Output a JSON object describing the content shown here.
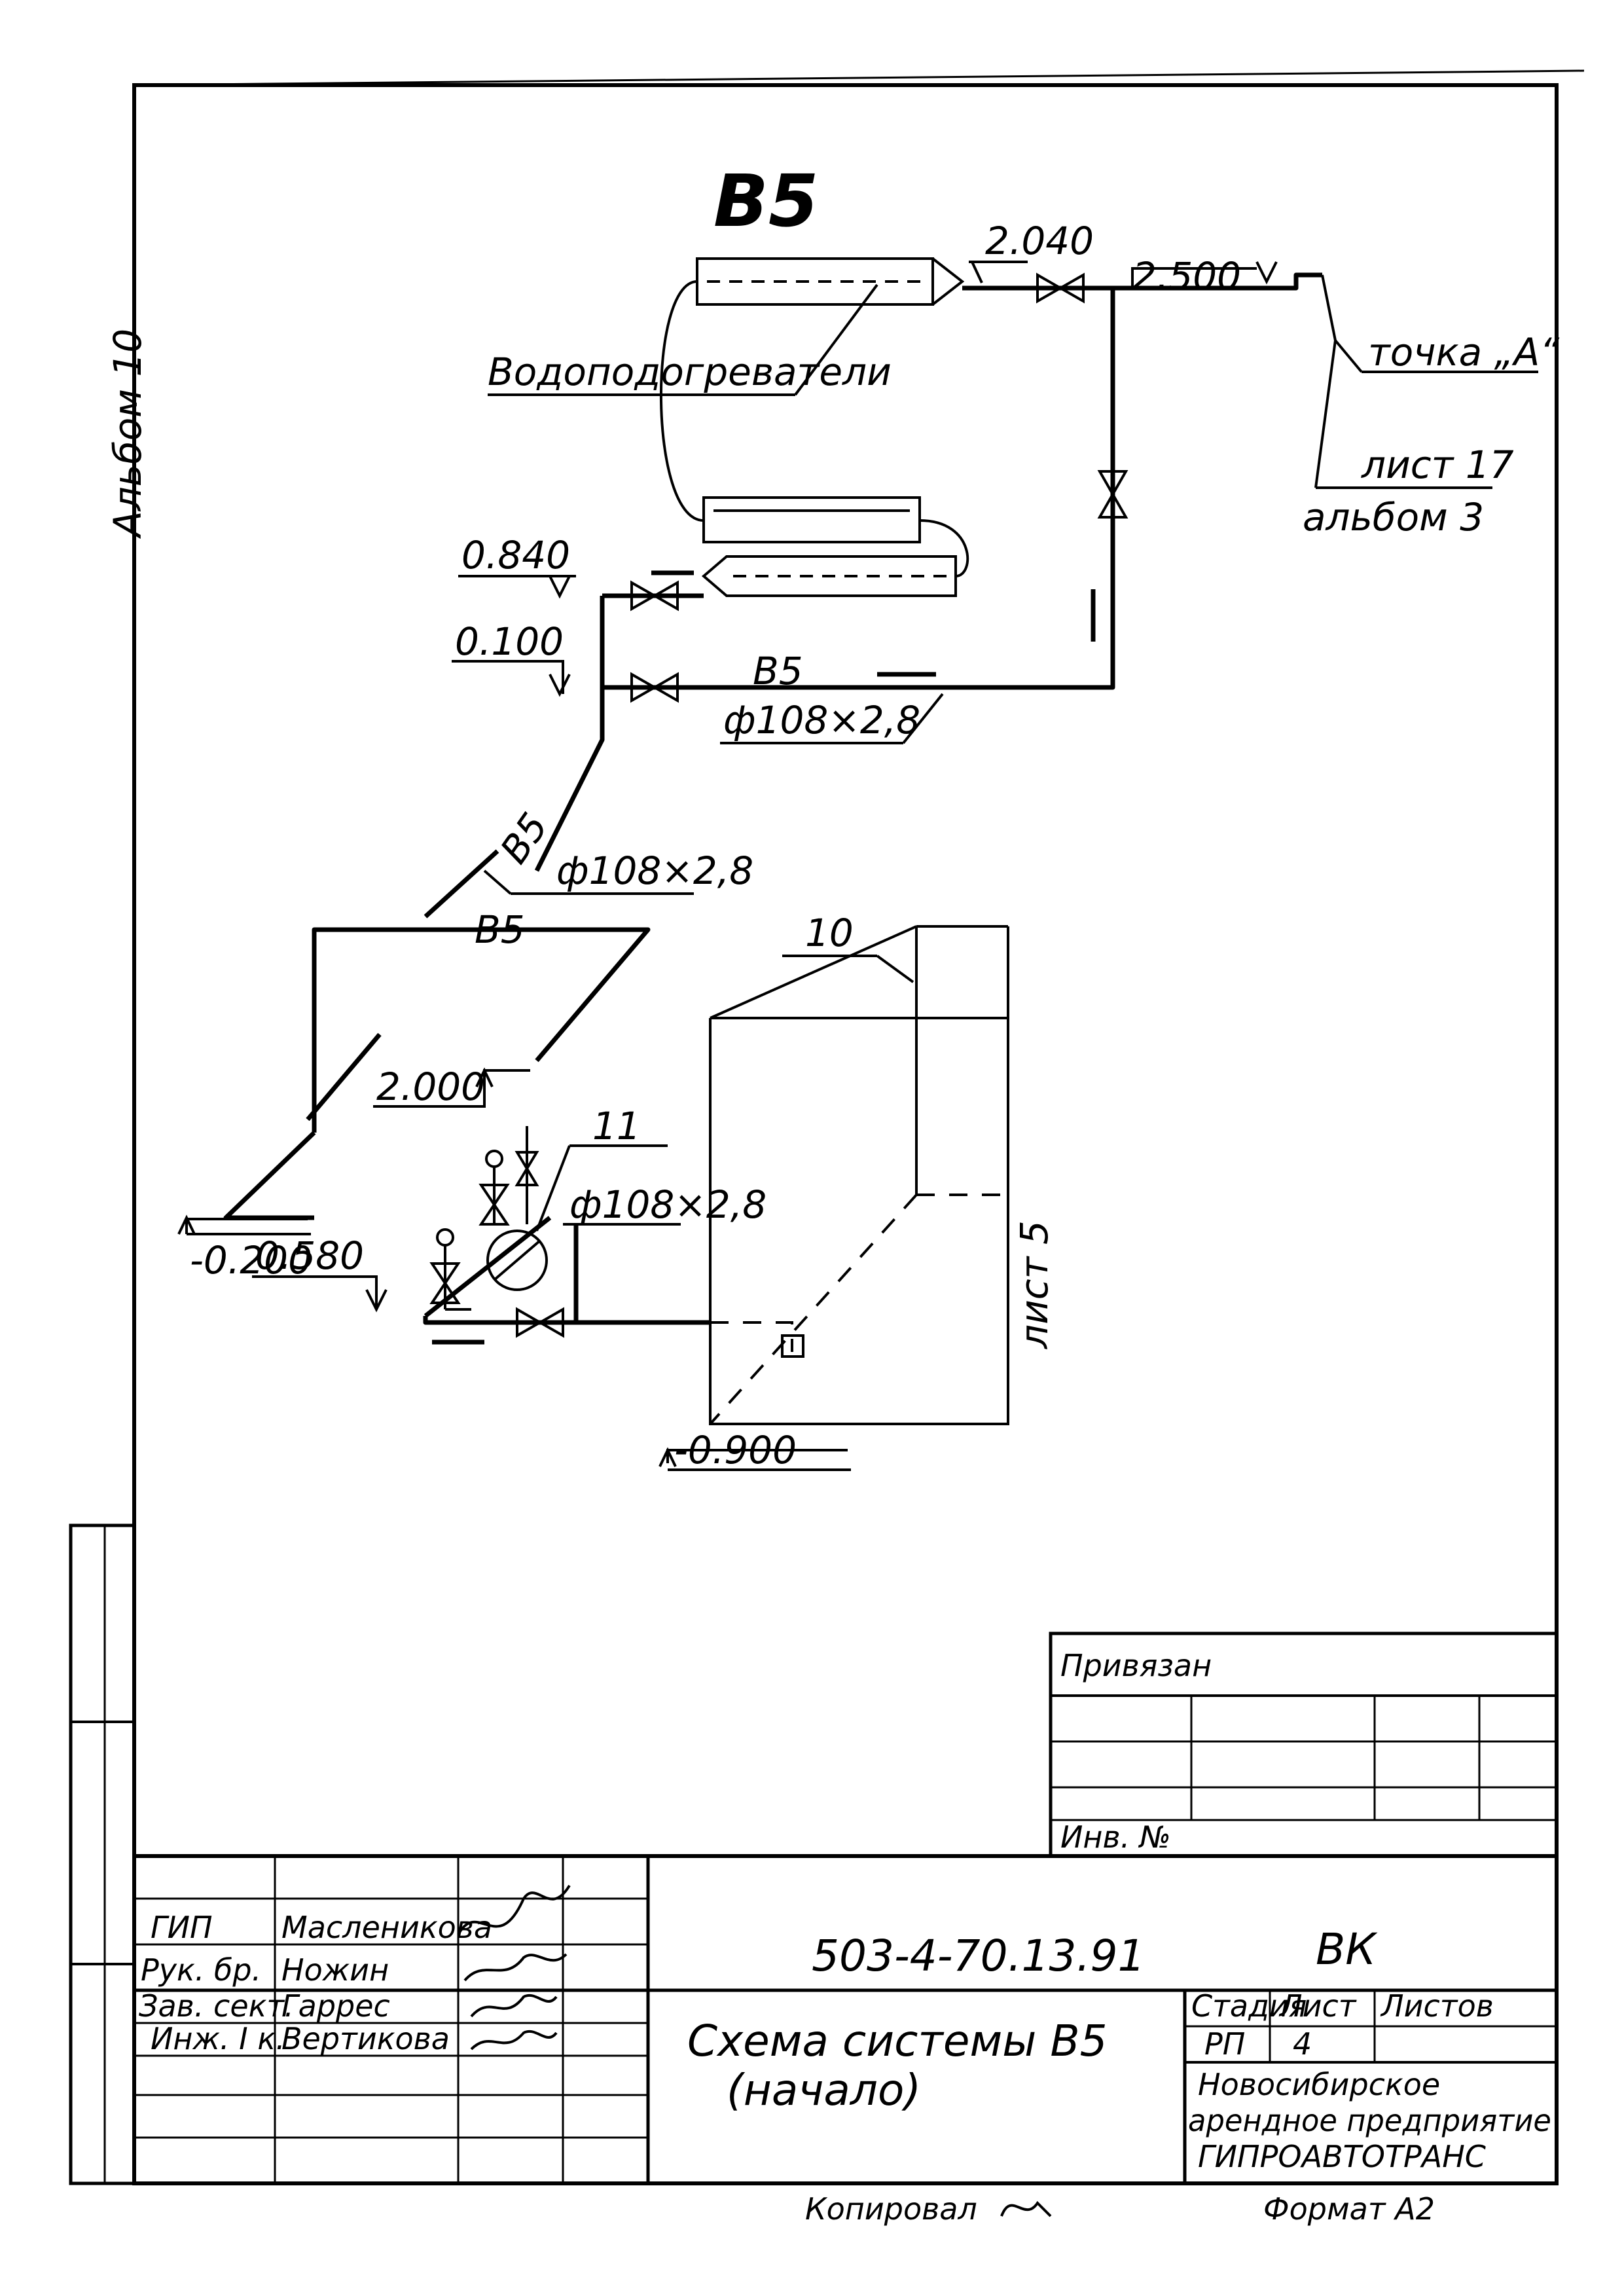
{
  "scheme_title": "В5",
  "side_label": "Альбом 10",
  "labels": {
    "heaters": "Водоподогреватели",
    "point_a": "точка „А“",
    "sheet_ref": "лист 17",
    "album_ref": "альбом 3",
    "pipe_b5": "В5",
    "pipe_size": "ф108×2,8",
    "item_10": "10",
    "item_11": "11",
    "sheet_5": "лист 5"
  },
  "elevations": [
    "2.040",
    "2.500",
    "0.840",
    "0.100",
    "2.000",
    "-0.200",
    "0.580",
    "-0.900"
  ],
  "title_block": {
    "privyazan": "Привязан",
    "inv_no": "Инв. №",
    "roles": [
      {
        "role": "ГИП",
        "name": "Масленикова"
      },
      {
        "role": "Рук. бр.",
        "name": "Ножин"
      },
      {
        "role": "Зав. сект.",
        "name": "Гаррес"
      },
      {
        "role": "Инж. I к.",
        "name": "Вертикова"
      }
    ],
    "doc_code": "503-4-70.13.91",
    "mark": "ВК",
    "sheet_title_1": "Схема системы В5",
    "sheet_title_2": "(начало)",
    "stage_header": "Стадия",
    "sheet_header": "Лист",
    "sheets_header": "Листов",
    "stage": "РП",
    "sheet": "4",
    "org_1": "Новосибирское",
    "org_2": "арендное предприятие",
    "org_3": "ГИПРОАВТОТРАНС",
    "copied": "Копировал",
    "format": "Формат А2"
  }
}
